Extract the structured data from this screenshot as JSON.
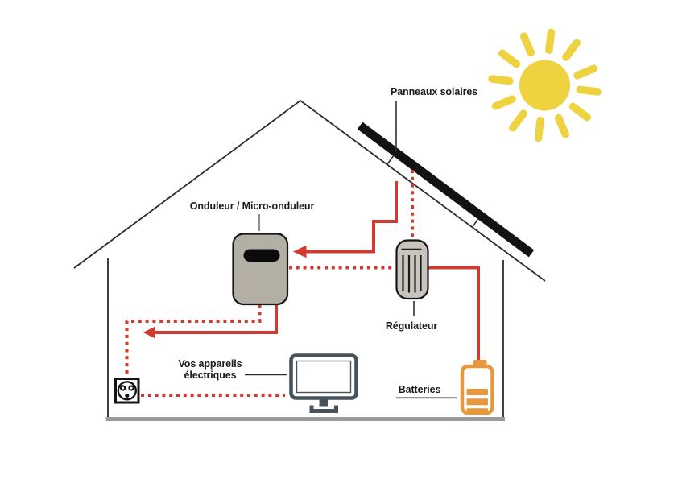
{
  "diagram": {
    "labels": {
      "solar_panels": "Panneaux solaires",
      "inverter": "Onduleur / Micro-onduleur",
      "regulator": "Régulateur",
      "batteries": "Batteries",
      "appliances_line1": "Vos appareils",
      "appliances_line2": "électriques"
    },
    "icons": [
      "sun-icon",
      "house-icon",
      "solar-panel-icon",
      "inverter-icon",
      "regulator-icon",
      "battery-icon",
      "monitor-icon",
      "power-outlet-icon"
    ],
    "connections": [
      {
        "from": "solar-panel",
        "to": "inverter",
        "style": "solid-arrow"
      },
      {
        "from": "solar-panel",
        "to": "regulator",
        "style": "dotted"
      },
      {
        "from": "inverter",
        "to": "regulator",
        "style": "dotted"
      },
      {
        "from": "regulator",
        "to": "battery",
        "style": "solid"
      },
      {
        "from": "inverter",
        "to": "house-wiring",
        "style": "solid-arrow"
      },
      {
        "from": "inverter",
        "to": "power-outlet",
        "style": "dotted"
      },
      {
        "from": "power-outlet",
        "to": "monitor",
        "style": "dotted"
      }
    ],
    "colors": {
      "sun_yellow": "#EFD23F",
      "connection_red": "#D23A31",
      "battery_orange": "#E8973B",
      "device_gray": "#B3AFA4",
      "regulator_gray": "#C9C5BC",
      "monitor_slate": "#47525B",
      "outline_black": "#2B2B2B",
      "floor_gray": "#9B9B9B",
      "label_text": "#1B1B1B"
    }
  }
}
